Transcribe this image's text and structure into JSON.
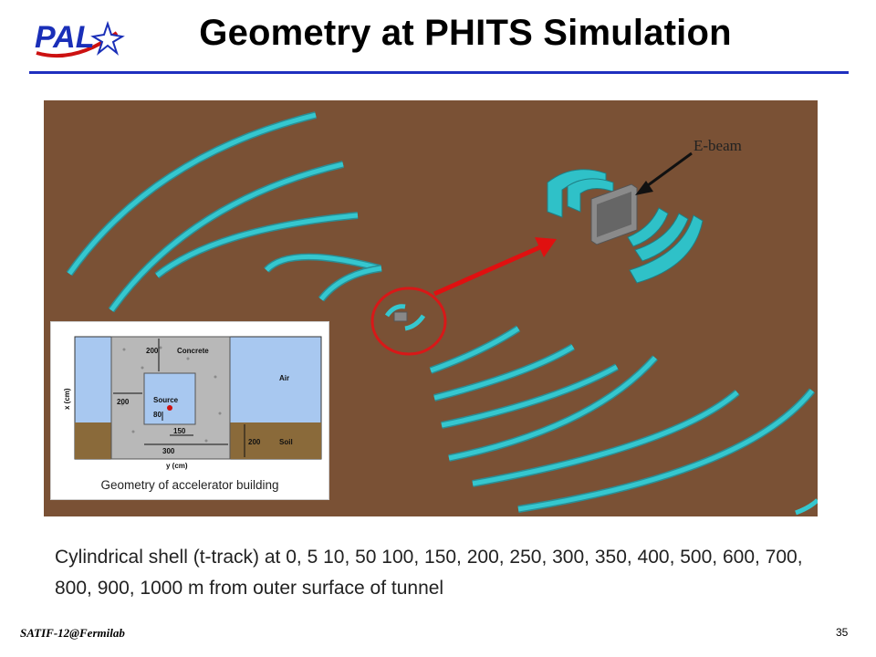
{
  "header": {
    "logo_text": "PAL",
    "title": "Geometry at PHITS Simulation"
  },
  "scene": {
    "ebeam_label": "E-beam",
    "colors": {
      "soil": "#7a5135",
      "shell": "#2fc1c8",
      "arrow": "#e01010",
      "circle": "#d81818"
    }
  },
  "inset": {
    "caption": "Geometry of accelerator building",
    "labels": {
      "concrete": "Concrete",
      "air": "Air",
      "soil": "Soil",
      "source": "Source",
      "top_dim": "200",
      "left_dim": "200",
      "source_dim": "80",
      "inner_dim": "150",
      "outer_dim": "300",
      "soil_dim": "200",
      "x_axis": "x (cm)",
      "y_axis": "y (cm)"
    }
  },
  "body": {
    "description": "Cylindrical shell (t-track) at 0, 5 10, 50 100, 150, 200, 250, 300, 350, 400, 500, 600, 700, 800, 900, 1000 m from outer surface of tunnel"
  },
  "footer": {
    "conference": "SATIF-12@Fermilab",
    "page_number": "35"
  }
}
